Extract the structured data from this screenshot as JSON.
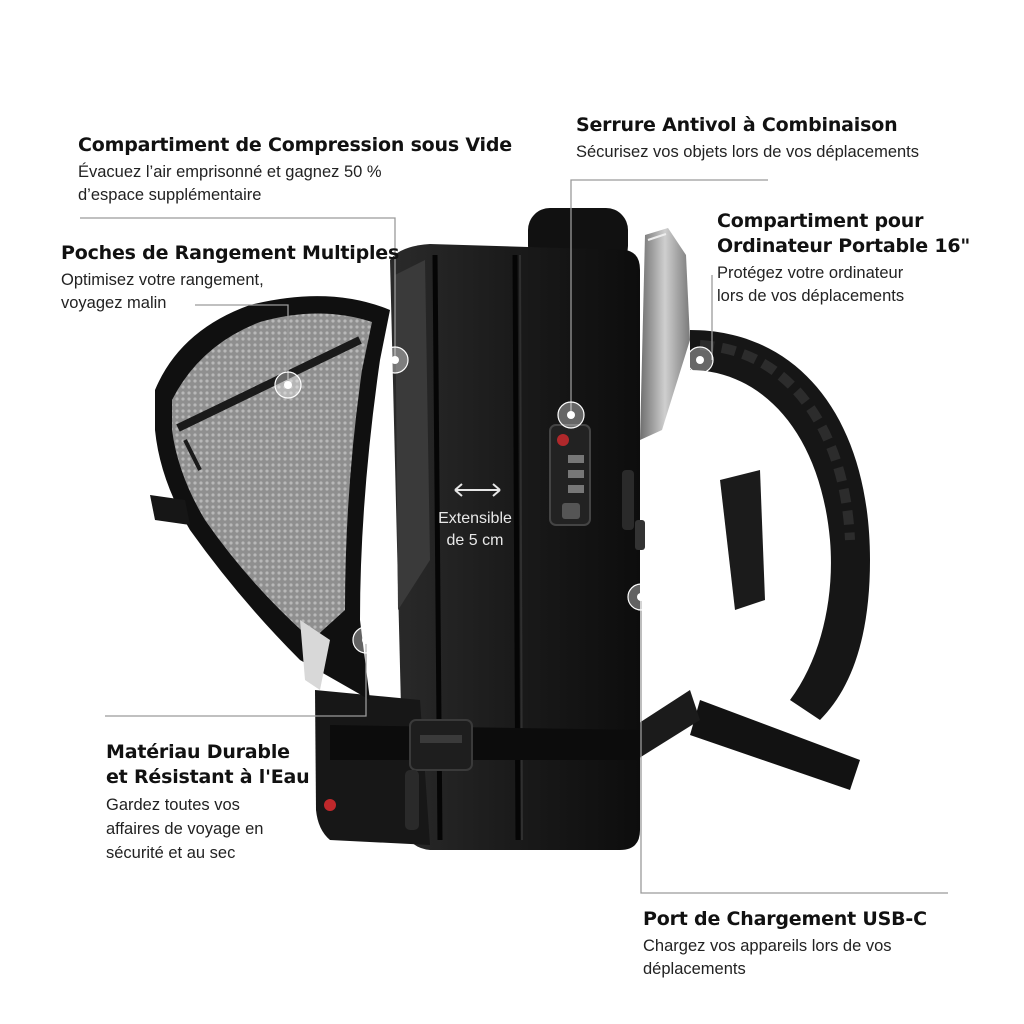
{
  "callouts": {
    "compression": {
      "title": "Compartiment de Compression sous Vide",
      "lines": [
        "Évacuez l’air emprisonné et gagnez 50 %",
        "d’espace supplémentaire"
      ]
    },
    "pockets": {
      "title": "Poches de Rangement Multiples",
      "lines": [
        "Optimisez votre rangement,",
        "voyagez malin"
      ]
    },
    "lock": {
      "title": "Serrure Antivol à Combinaison",
      "lines": [
        "Sécurisez vos objets lors de vos déplacements"
      ]
    },
    "laptop": {
      "title_lines": [
        "Compartiment pour",
        "Ordinateur Portable 16\""
      ],
      "lines": [
        "Protégez votre ordinateur",
        "lors de vos déplacements"
      ]
    },
    "material": {
      "title_lines": [
        "Matériau Durable",
        "et Résistant à l'Eau"
      ],
      "lines": [
        "Gardez toutes vos",
        "affaires de voyage en",
        "sécurité et au sec"
      ]
    },
    "usb": {
      "title": "Port de Chargement USB-C",
      "lines": [
        "Chargez vos appareils lors de vos",
        "déplacements"
      ]
    }
  },
  "expand": {
    "lines": [
      "Extensible",
      "de 5 cm"
    ]
  },
  "colors": {
    "bag": "#141414",
    "mesh": "#9a9a9a",
    "text": "#111111",
    "leader": "#9a9a9a"
  }
}
